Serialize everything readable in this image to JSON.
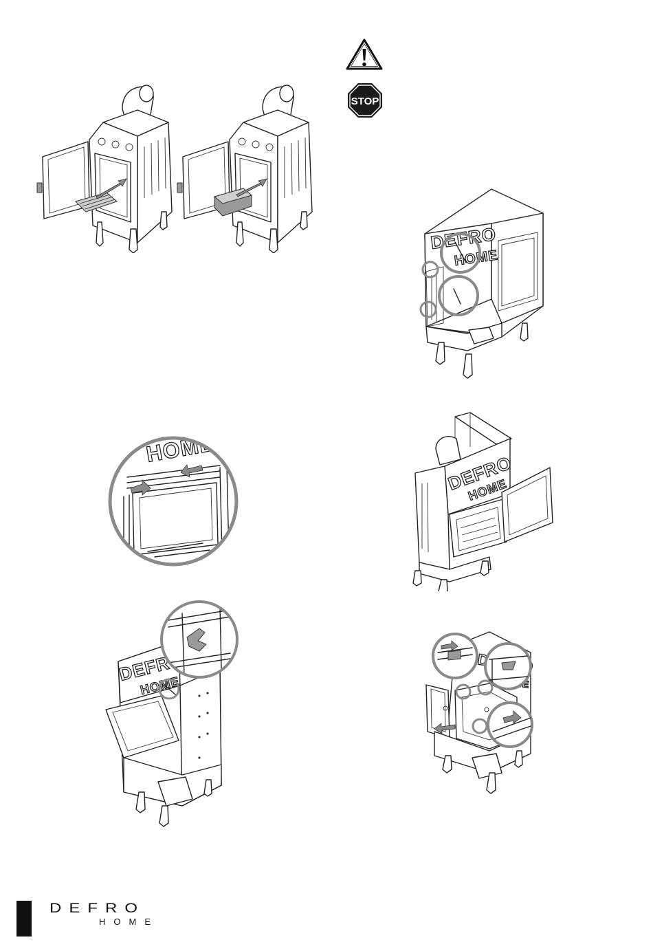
{
  "icons": {
    "warning": "warning-triangle-icon",
    "stop": "stop-sign-icon"
  },
  "stop_sign_text": "STOP",
  "brand": {
    "top": "DEFRO",
    "bottom": "HOME"
  },
  "figures": {
    "insert_left_grate": "fireplace-insert-with-grate",
    "insert_left_ashpan": "fireplace-insert-with-ashpan",
    "right_corner_unit": "corner-insert-front-view",
    "left_detail": "door-detail-magnified",
    "right_open_door": "corner-insert-open-door",
    "left_lower_unit": "corner-insert-lowered-glass",
    "right_lower_unit": "corner-insert-with-locks"
  },
  "colors": {
    "line": "#222222",
    "highlight_circle": "#8a8a8a",
    "footer_bar": "#111111"
  }
}
